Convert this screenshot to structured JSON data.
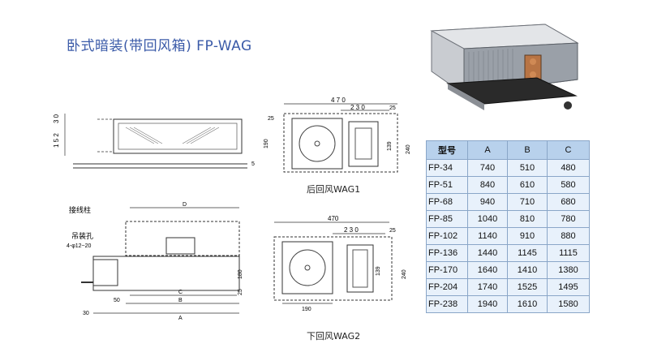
{
  "title": "卧式暗装(带回风箱) FP-WAG",
  "captions": {
    "back_return": "后回风WAG1",
    "bottom_return": "下回风WAG2"
  },
  "labels": {
    "terminal": "接线柱",
    "hanging_hole": "吊装孔",
    "hanging_hole_spec": "4-φ12~20"
  },
  "dims_side": {
    "d30": "3 0",
    "d152": "1 5 2",
    "s": "5"
  },
  "dims_top1": {
    "w470": "4 7 0",
    "w230": "2 3 0",
    "w25a": "25",
    "w25b": "25",
    "h190": "190",
    "h240": "240",
    "h139": "139"
  },
  "dims_front": {
    "D": "D",
    "C": "C",
    "B": "B",
    "A": "A",
    "h180": "180",
    "h25": "25",
    "w50": "50",
    "w30": "30"
  },
  "dims_top2": {
    "w470": "470",
    "w230": "2 3 0",
    "w25": "25",
    "w190": "190",
    "h139": "139",
    "h240": "240"
  },
  "table": {
    "headers": [
      "型号",
      "A",
      "B",
      "C"
    ],
    "rows": [
      [
        "FP-34",
        "740",
        "510",
        "480"
      ],
      [
        "FP-51",
        "840",
        "610",
        "580"
      ],
      [
        "FP-68",
        "940",
        "710",
        "680"
      ],
      [
        "FP-85",
        "1040",
        "810",
        "780"
      ],
      [
        "FP-102",
        "1140",
        "910",
        "880"
      ],
      [
        "FP-136",
        "1440",
        "1145",
        "1115"
      ],
      [
        "FP-170",
        "1640",
        "1410",
        "1380"
      ],
      [
        "FP-204",
        "1740",
        "1525",
        "1495"
      ],
      [
        "FP-238",
        "1940",
        "1610",
        "1580"
      ]
    ]
  }
}
